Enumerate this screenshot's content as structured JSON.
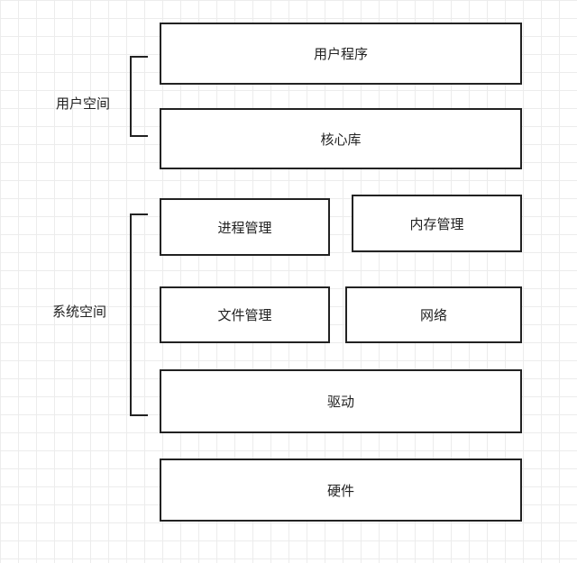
{
  "diagram": {
    "groups": {
      "user_space": "用户空间",
      "system_space": "系统空间"
    },
    "boxes": {
      "user_program": "用户程序",
      "core_library": "核心库",
      "process_management": "进程管理",
      "memory_management": "内存管理",
      "file_management": "文件管理",
      "network": "网络",
      "driver": "驱动",
      "hardware": "硬件"
    }
  }
}
